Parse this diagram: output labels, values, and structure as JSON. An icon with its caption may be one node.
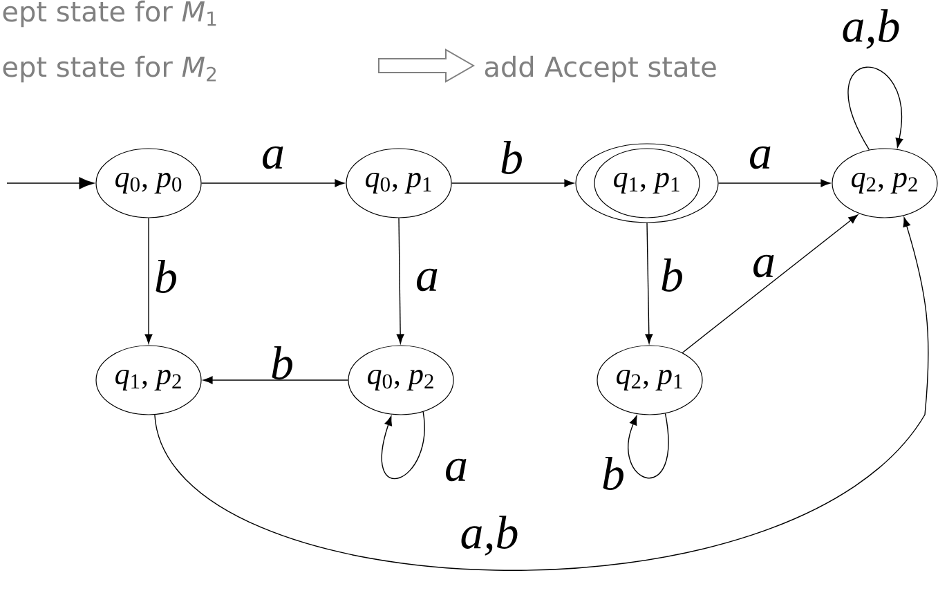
{
  "diagram": {
    "nodes": [
      {
        "text": [
          "*q*$_{0}$, *p*$_{0}$"
        ]
      },
      {
        "text": [
          "*q*$_{0}$, *p*$_{1}$"
        ]
      },
      {
        "text": [
          "*q*$_{1}$, *p*$_{1}$"
        ]
      },
      {
        "text": [
          "*q*$_{2}$, *p*$_{2}$"
        ]
      },
      {
        "text": [
          "*q*$_{1}$, *p*$_{2}$"
        ]
      },
      {
        "text": [
          "*q*$_{0}$, *p*$_{2}$"
        ]
      },
      {
        "text": [
          "*q*$_{2}$, *p*$_{1}$"
        ]
      }
    ],
    "edges": [
      {
        "from": null,
        "to": 0,
        "arrow": "to"
      },
      {
        "from": 0,
        "to": 1,
        "arrow": "to",
        "label": "a"
      },
      {
        "from": 1,
        "to": 2,
        "arrow": "to",
        "label": "b"
      },
      {
        "from": 2,
        "to": 3,
        "arrow": "to",
        "label": "a"
      },
      {
        "from": 3,
        "to": 3,
        "arrow": "to",
        "label": "a,b"
      },
      {
        "from": 0,
        "to": 4,
        "arrow": "to",
        "label": "b"
      },
      {
        "from": 1,
        "to": 5,
        "arrow": "to",
        "label": "a"
      },
      {
        "from": 2,
        "to": 6,
        "arrow": "to",
        "label": "b"
      },
      {
        "from": 6,
        "to": 3,
        "arrow": "to",
        "label": "a"
      },
      {
        "from": 5,
        "to": 4,
        "arrow": "to",
        "label": "b"
      },
      {
        "from": 5,
        "to": 5,
        "arrow": "to",
        "label": "a"
      },
      {
        "from": 6,
        "to": 6,
        "arrow": "to",
        "label": "b"
      },
      {
        "from": 4,
        "to": 3,
        "arrow": "to",
        "label": "a,b"
      }
    ],
    "labels": [
      "ept state for *M*$_{1}$",
      "ept state for *M*$_{2}$",
      "add Accept state"
    ]
  }
}
